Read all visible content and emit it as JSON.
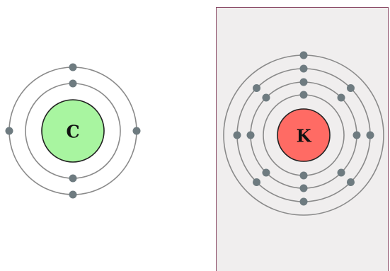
{
  "atoms": [
    {
      "symbol": "C",
      "shells": [
        2,
        4
      ],
      "nucleus_color": "#a8f5a0"
    },
    {
      "symbol": "K",
      "shells": [
        2,
        8,
        8,
        1
      ],
      "nucleus_color": "#ff6b64"
    }
  ],
  "colors": {
    "panel_background": "#f0eeee",
    "panel_border": "#8a4a66",
    "shell": "#8a8a8a",
    "electron": "#6e7b80"
  }
}
